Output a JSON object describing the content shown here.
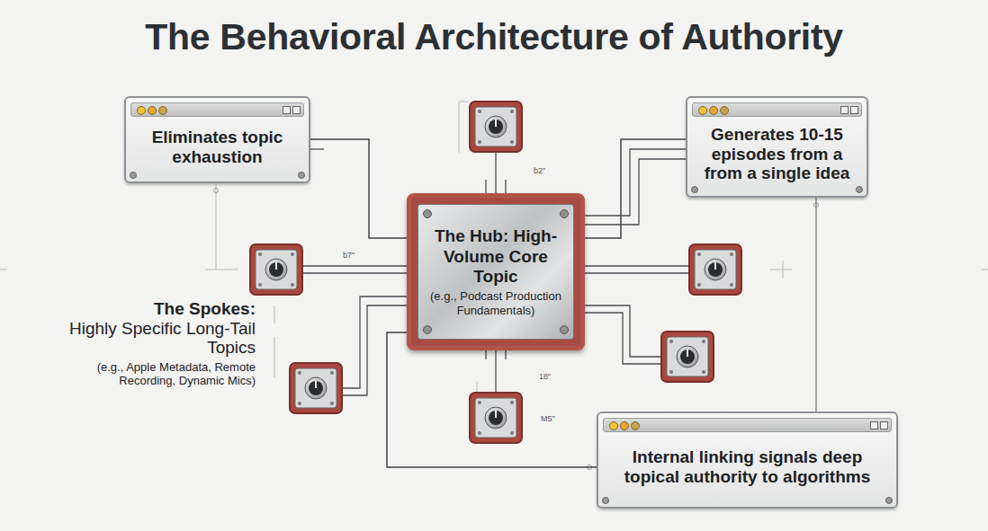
{
  "diagram": {
    "title": "The Behavioral Architecture of Authority",
    "nodes": [
      {
        "text": [
          "Eliminates topic exhaustion"
        ]
      },
      {
        "text": [
          "Generates 10-15 episodes from a from a single idea"
        ]
      },
      {
        "text": [
          "The Hub: High-Volume Core Topic",
          "(e.g., Podcast Production Fundamentals)"
        ]
      },
      {
        "text": [
          "Internal linking signals deep topical authority to algorithms"
        ]
      }
    ],
    "edges": [
      {
        "from": 0,
        "to": 2,
        "arrow": "none"
      },
      {
        "from": 1,
        "to": 2,
        "arrow": "none"
      },
      {
        "from": 2,
        "to": 3,
        "arrow": "none"
      },
      {
        "from": 1,
        "to": 3,
        "arrow": "none"
      }
    ],
    "labels": [
      "The Spokes:",
      "Highly Specific Long-Tail Topics",
      "(e.g., Apple Metadata, Remote Recording, Dynamic Mics)",
      "b2\"",
      "b7\"",
      "18\"",
      "M5\""
    ]
  }
}
